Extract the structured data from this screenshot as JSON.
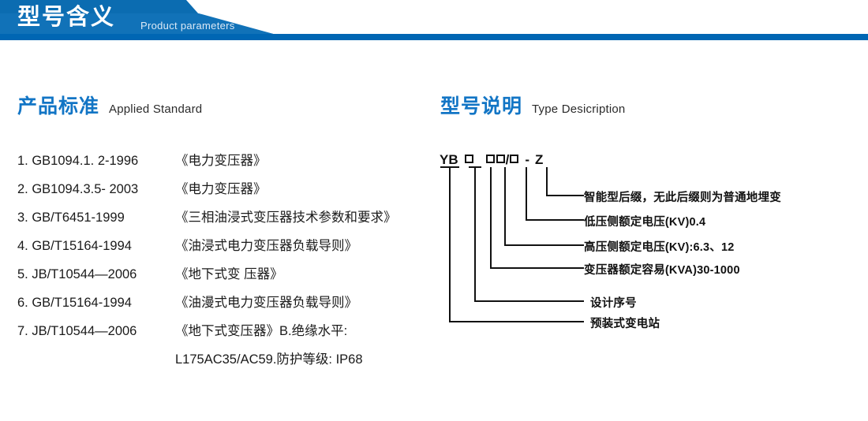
{
  "banner": {
    "title_cn": "型号含义",
    "title_en": "Product parameters",
    "color_dark": "#0b6cb1",
    "color_light": "#1172b8",
    "color_bar": "#0066b3"
  },
  "sections": {
    "standard": {
      "title_cn": "产品标准",
      "title_en": "Applied Standard",
      "accent": "#1275c5"
    },
    "type": {
      "title_cn": "型号说明",
      "title_en": "Type Desicription",
      "accent": "#1275c5"
    }
  },
  "standards": [
    {
      "code": "1. GB1094.1. 2-1996",
      "name": "《电力变压器》"
    },
    {
      "code": "2. GB1094.3.5- 2003",
      "name": "《电力变压器》"
    },
    {
      "code": "3. GB/T6451-1999",
      "name": "《三相油浸式变压器技术参数和要求》"
    },
    {
      "code": "4. GB/T15164-1994",
      "name": "《油浸式电力变压器负载导则》"
    },
    {
      "code": "5. JB/T10544—2006",
      "name": "《地下式变 压器》"
    },
    {
      "code": "6. GB/T15164-1994",
      "name": "《油漫式电力变压器负载导则》"
    },
    {
      "code": "7. JB/T10544—2006",
      "name": "《地下式变压器》B.绝缘水平:"
    }
  ],
  "standards_continuation": "L175AC35/AC59.防护等级: IP68",
  "type_code": {
    "prefix": "YB",
    "separator": "/",
    "dash": "-",
    "suffix": "Z",
    "box_glyph": "□",
    "full_text": "YB □ □□/□ - Z"
  },
  "annotations": [
    {
      "id": "smart-suffix",
      "label": "智能型后缀，无此后缀则为普通地埋变"
    },
    {
      "id": "lv-rated-voltage",
      "label": "低压侧额定电压(KV)0.4"
    },
    {
      "id": "hv-rated-voltage",
      "label": "高压侧额定电压(KV):6.3、12"
    },
    {
      "id": "rated-capacity",
      "label": "变压器额定容易(KVA)30-1000"
    },
    {
      "id": "design-serial",
      "label": "设计序号"
    },
    {
      "id": "prefab-substation",
      "label": "预装式变电站"
    }
  ]
}
